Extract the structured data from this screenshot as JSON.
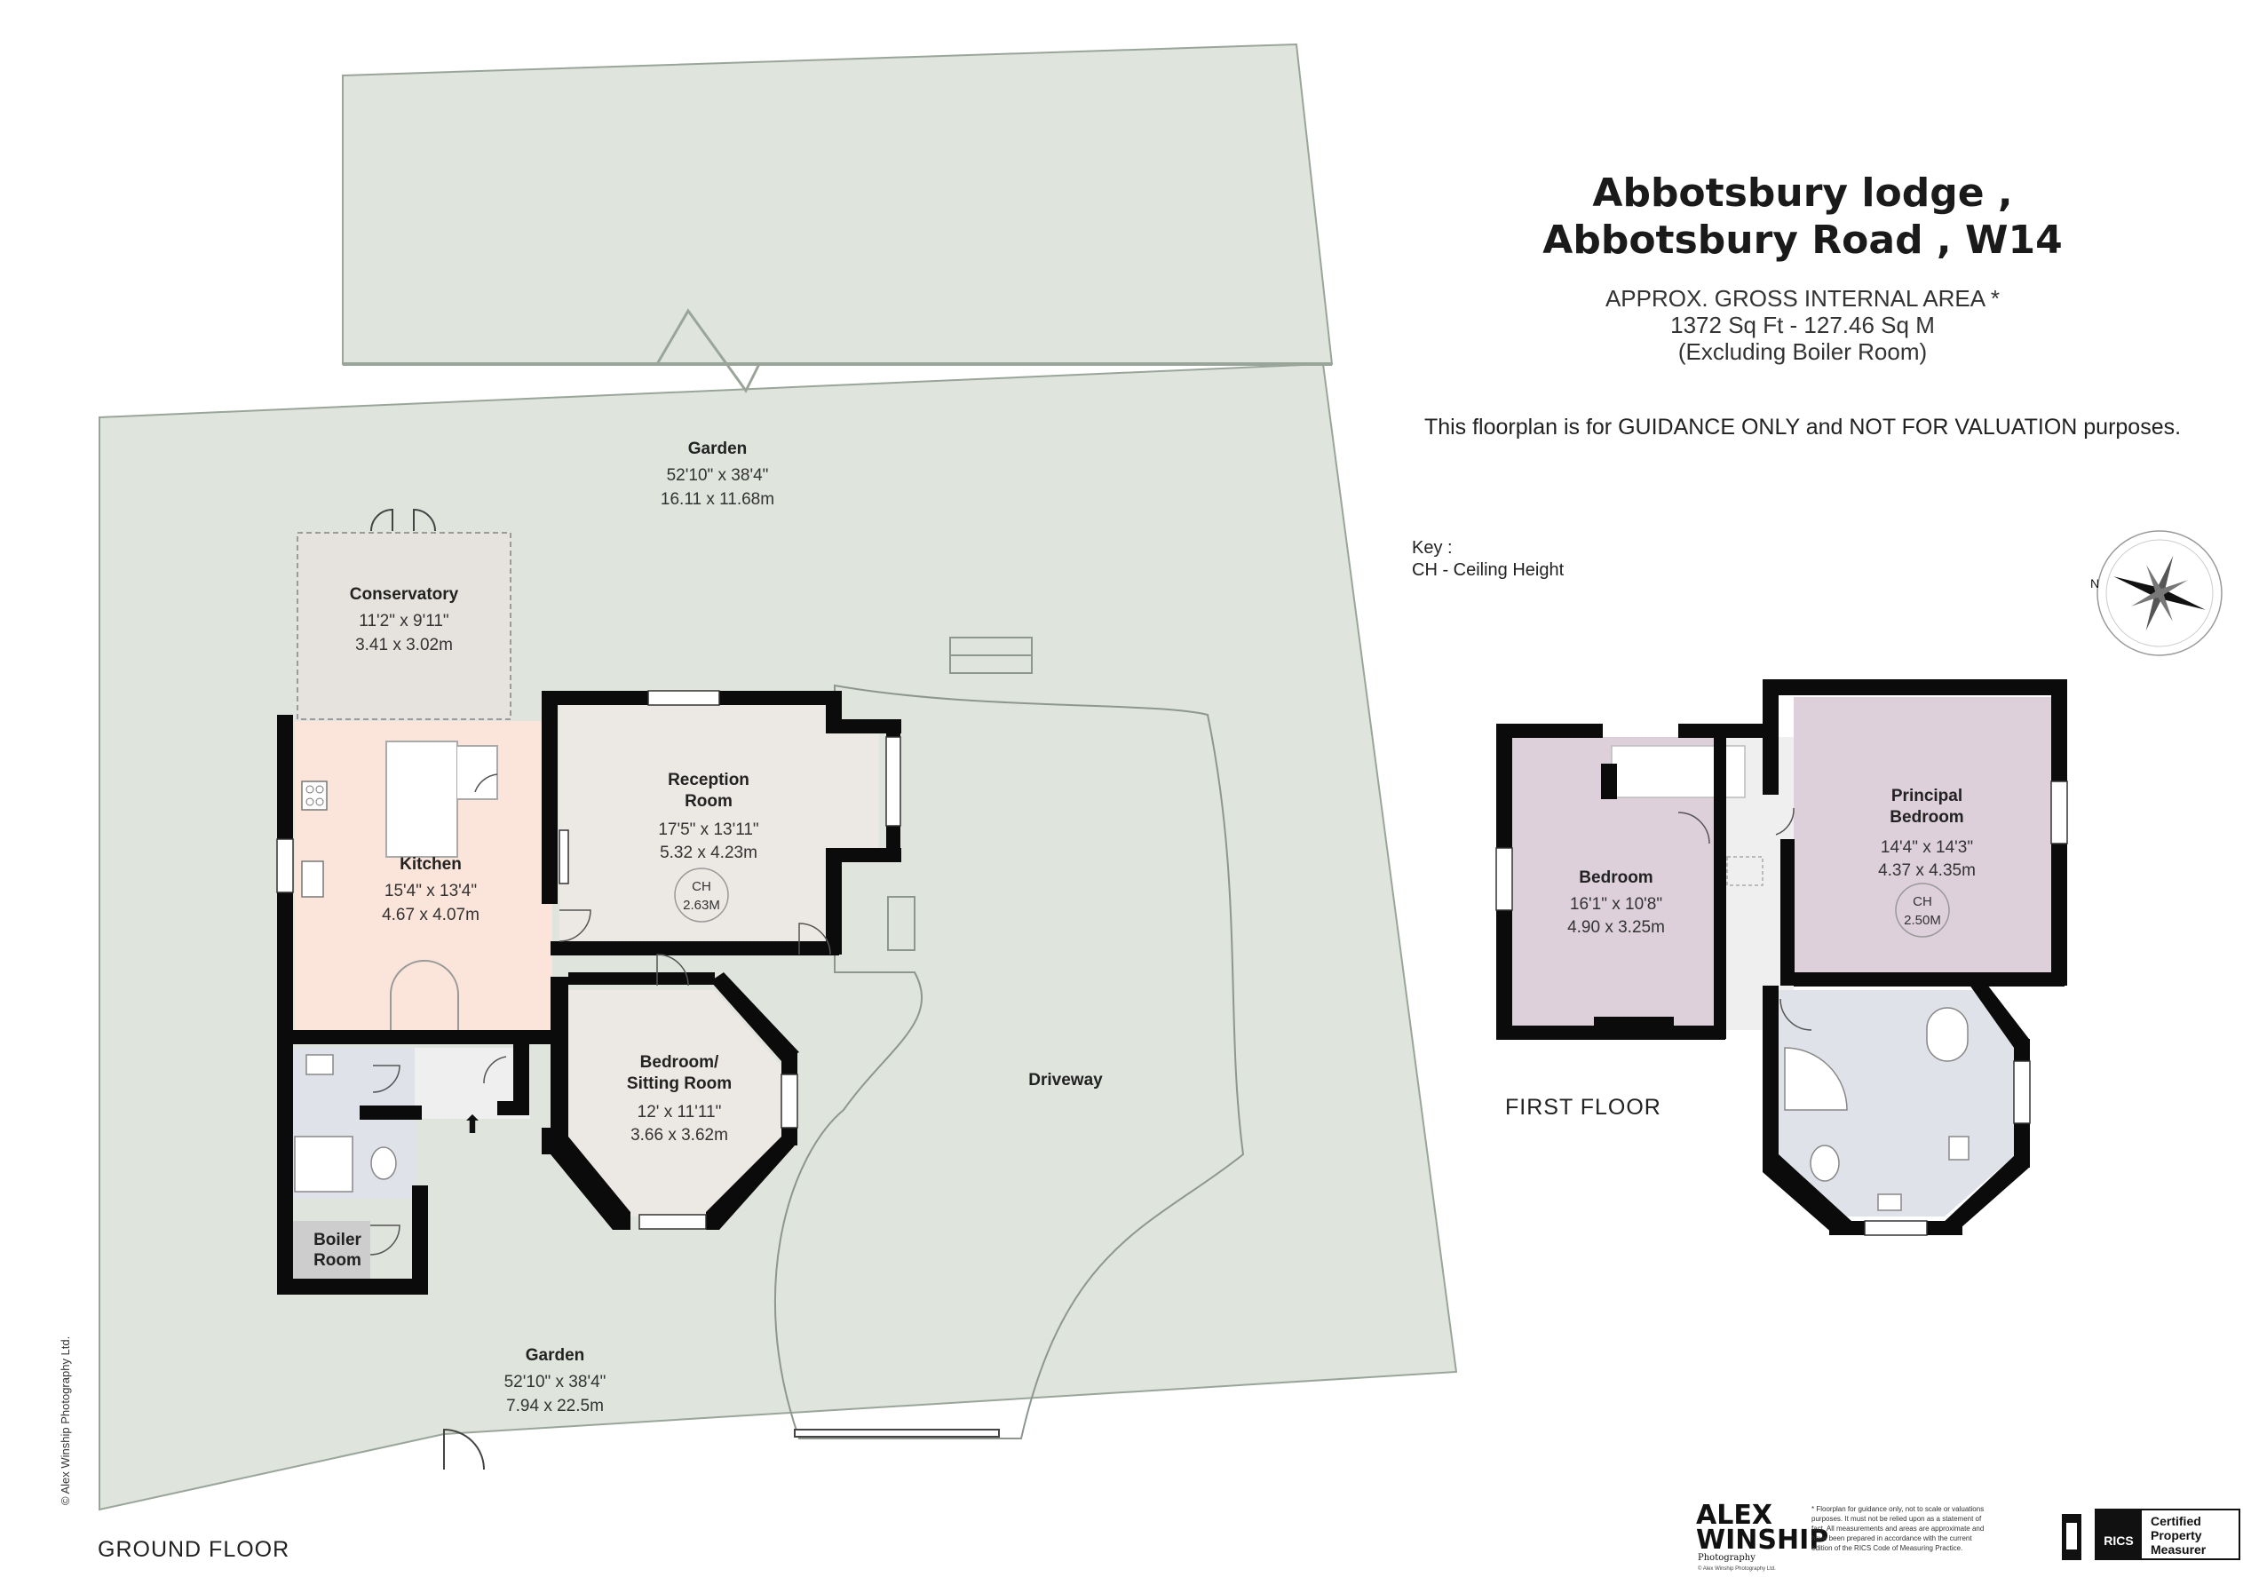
{
  "title": {
    "line1": "Abbotsbury lodge ,",
    "line2": "Abbotsbury Road , W14"
  },
  "area": {
    "line1": "APPROX. GROSS INTERNAL  AREA *",
    "line2": "1372 Sq Ft  -  127.46 Sq M",
    "line3": "(Excluding Boiler Room)"
  },
  "disclaimer": "This floorplan is for GUIDANCE ONLY and NOT FOR VALUATION purposes.",
  "key": {
    "heading": "Key :",
    "item": "CH - Ceiling Height"
  },
  "compass": {
    "north": "N"
  },
  "ground_floor": {
    "label": "GROUND FLOOR",
    "garden_top": {
      "name": "Garden",
      "imperial": "52'10\" x 38'4\"",
      "metric": "16.11 x 11.68m"
    },
    "garden_bottom": {
      "name": "Garden",
      "imperial": "52'10\" x 38'4\"",
      "metric": "7.94 x 22.5m"
    },
    "driveway": {
      "name": "Driveway"
    },
    "conservatory": {
      "name": "Conservatory",
      "imperial": "11'2\" x 9'11\"",
      "metric": "3.41 x 3.02m"
    },
    "kitchen": {
      "name": "Kitchen",
      "imperial": "15'4\" x 13'4\"",
      "metric": "4.67 x 4.07m"
    },
    "reception": {
      "name_line1": "Reception",
      "name_line2": "Room",
      "imperial": "17'5\" x 13'11\"",
      "metric": "5.32 x 4.23m",
      "ch_label": "CH",
      "ch_value": "2.63M"
    },
    "bedroom_sitting": {
      "name_line1": "Bedroom/",
      "name_line2": "Sitting Room",
      "imperial": "12' x 11'11\"",
      "metric": "3.66 x 3.62m"
    },
    "boiler": {
      "name_line1": "Boiler",
      "name_line2": "Room"
    }
  },
  "first_floor": {
    "label": "FIRST FLOOR",
    "bedroom": {
      "name": "Bedroom",
      "imperial": "16'1\" x 10'8\"",
      "metric": "4.90 x 3.25m"
    },
    "principal": {
      "name_line1": "Principal",
      "name_line2": "Bedroom",
      "imperial": "14'4\" x 14'3\"",
      "metric": "4.37 x 4.35m",
      "ch_label": "CH",
      "ch_value": "2.50M"
    }
  },
  "copyright": "© Alex Winship Photography Ltd.",
  "branding": {
    "line1": "ALEX",
    "line2": "WINSHIP",
    "line3": "Photography",
    "line4": "© Alex Winship Photography Ltd.",
    "fine_print": [
      "* Floorplan for guidance only, not to scale or valuations",
      "purposes. It must not be relied upon as a statement of",
      "fact. All measurements and areas are approximate and",
      "have been prepared in accordance with the current",
      "edition of the RICS Code of Measuring Practice."
    ],
    "rics": "RICS",
    "cert_line1": "Certified",
    "cert_line2": "Property",
    "cert_line3": "Measurer"
  },
  "colors": {
    "garden": "#dfe4dd",
    "conservatory": "#e6e3df",
    "kitchen": "#fbe5da",
    "reception": "#ece8e4",
    "bedroom_sitting": "#ece8e4",
    "bathroom": "#dfe2e9",
    "bedroom_pink": "#ddd0da",
    "hall": "#efefef",
    "wall": "#0b0b0b"
  }
}
